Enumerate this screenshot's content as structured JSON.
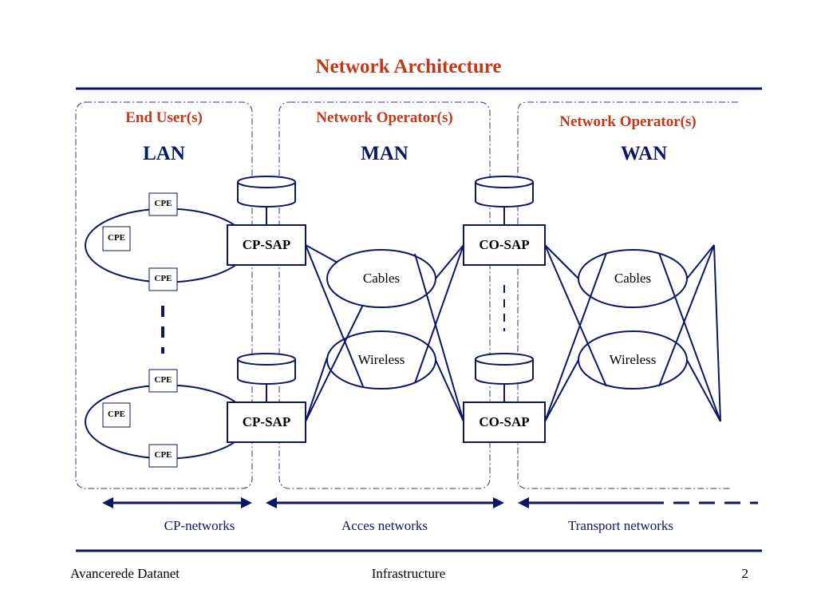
{
  "title": "Network Architecture",
  "zones": [
    {
      "role": "End User(s)",
      "name": "LAN"
    },
    {
      "role": "Network Operator(s)",
      "name": "MAN"
    },
    {
      "role": "Network Operator(s)",
      "name": "WAN"
    }
  ],
  "cpe_label": "CPE",
  "sap": {
    "cp": "CP-SAP",
    "co": "CO-SAP"
  },
  "media": {
    "cables": "Cables",
    "wireless": "Wireless"
  },
  "networks": [
    "CP-networks",
    "Acces networks",
    "Transport networks"
  ],
  "footer": {
    "left": "Avancerede Datanet",
    "center": "Infrastructure",
    "page": "2"
  },
  "colors": {
    "title": "#c0391b",
    "diagram": "#0d1663",
    "border": "#2a3480"
  }
}
